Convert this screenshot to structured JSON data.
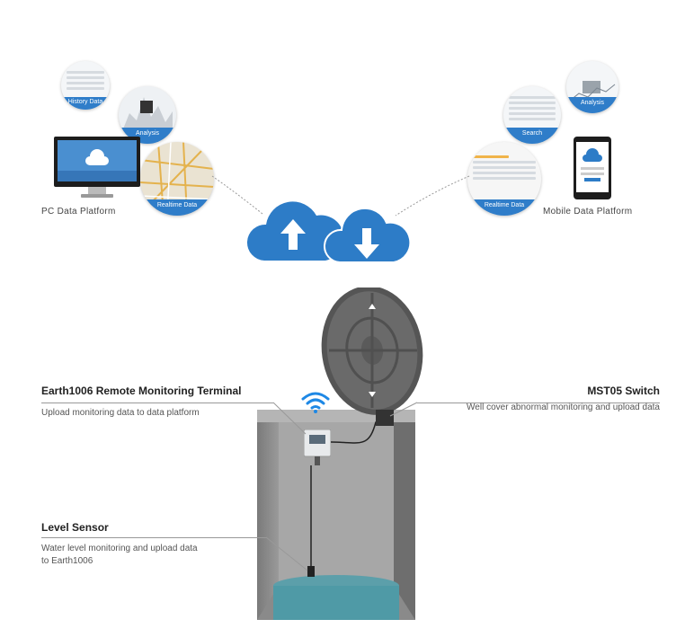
{
  "pc_platform": {
    "label": "PC Data Platform",
    "bubbles": {
      "history": "History Data",
      "analysis": "Analysis",
      "realtime": "Realtime Data"
    }
  },
  "mobile_platform": {
    "label": "Mobile Data Platform",
    "bubbles": {
      "analysis": "Analysis",
      "search": "Search",
      "realtime": "Realtime Data"
    }
  },
  "callouts": {
    "terminal": {
      "title": "Earth1006 Remote Monitoring Terminal",
      "desc": "Upload monitoring data to data platform"
    },
    "switch": {
      "title": "MST05 Switch",
      "desc": "Well cover abnormal monitoring and upload data"
    },
    "sensor": {
      "title": "Level Sensor",
      "desc_line1": "Water level monitoring and upload data",
      "desc_line2": "to Earth1006"
    }
  },
  "colors": {
    "cloud_blue": "#2d7cc7",
    "wifi_blue": "#1e88e5",
    "well_gray": "#7d7d7d",
    "water_teal": "#4f9aa6"
  },
  "icons": {
    "upload": "arrow-up-icon",
    "download": "arrow-down-icon",
    "wifi": "wifi-icon"
  }
}
